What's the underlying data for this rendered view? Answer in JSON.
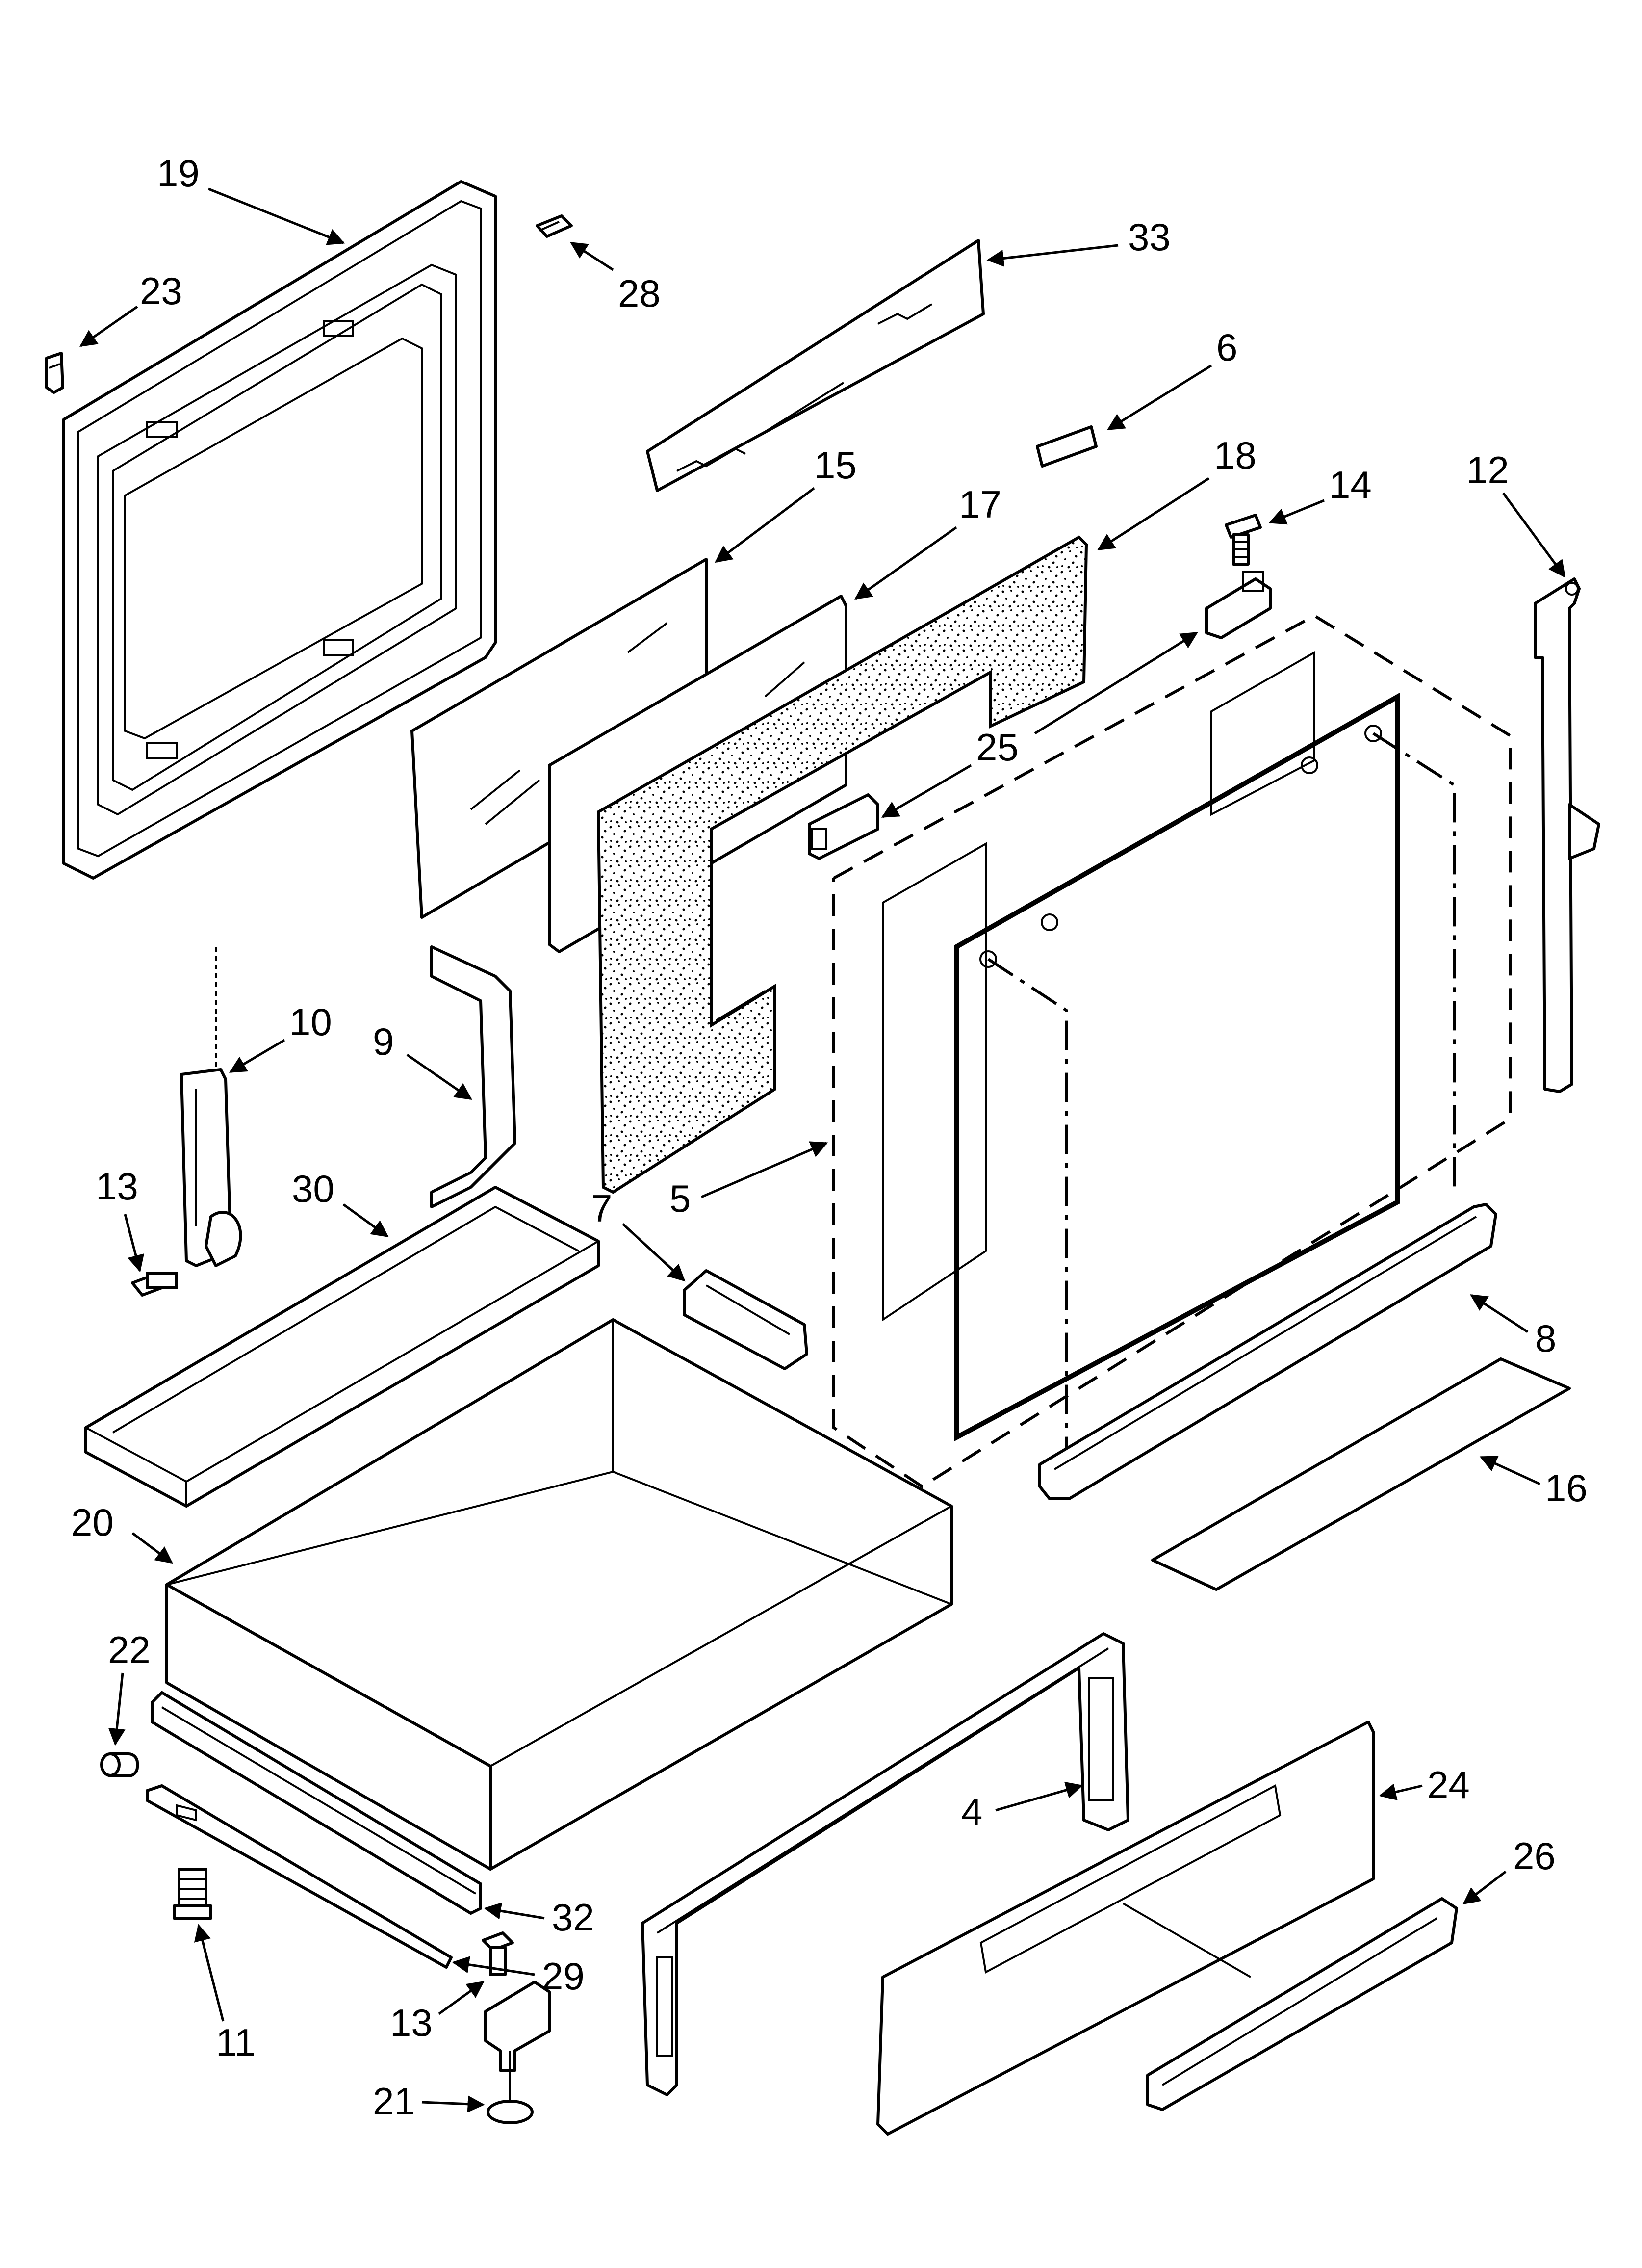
{
  "callouts": {
    "c19": "19",
    "c23": "23",
    "c28": "28",
    "c33": "33",
    "c6": "6",
    "c15": "15",
    "c17": "17",
    "c18": "18",
    "c14": "14",
    "c12": "12",
    "c25": "25",
    "c10": "10",
    "c9": "9",
    "c13a": "13",
    "c30": "30",
    "c7": "7",
    "c5": "5",
    "c8": "8",
    "c16": "16",
    "c20": "20",
    "c22": "22",
    "c4": "4",
    "c24": "24",
    "c26": "26",
    "c32": "32",
    "c29": "29",
    "c11": "11",
    "c13b": "13",
    "c21": "21"
  }
}
